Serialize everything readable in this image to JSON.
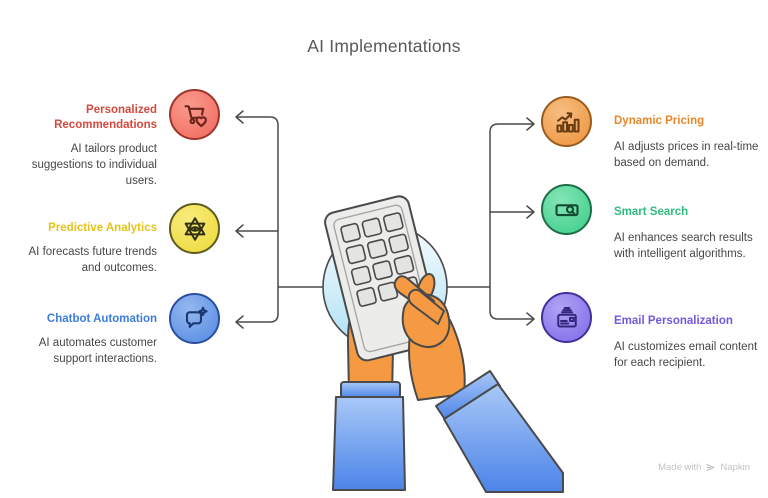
{
  "title": "AI Implementations",
  "items": {
    "left": [
      {
        "heading": "Personalized Recommendations",
        "description": "AI tailors product suggestions to individual users.",
        "accent": "#D7483E",
        "circle_fill": "#F4766A",
        "circle_fill_light": "#F89B8E",
        "circle_border": "#9E352B",
        "icon_color": "#6E241D",
        "icon": "shopping-cart-heart-icon"
      },
      {
        "heading": "Predictive Analytics",
        "description": "AI forecasts future trends and outcomes.",
        "accent": "#E5C417",
        "circle_fill": "#F0DE49",
        "circle_fill_light": "#F7EC7E",
        "circle_border": "#5E5A20",
        "icon_color": "#33300F",
        "icon": "hexagram-eye-icon"
      },
      {
        "heading": "Chatbot Automation",
        "description": "AI automates customer support interactions.",
        "accent": "#3E7CDB",
        "circle_fill": "#6496E6",
        "circle_fill_light": "#96B8F1",
        "circle_border": "#2A4F9E",
        "icon_color": "#1B3A74",
        "icon": "chat-bubble-sparkle-icon"
      }
    ],
    "right": [
      {
        "heading": "Dynamic Pricing",
        "description": "AI adjusts prices in real-time based on demand.",
        "accent": "#E8872A",
        "circle_fill": "#F09E4E",
        "circle_fill_light": "#F6BE82",
        "circle_border": "#9A5C1D",
        "icon_color": "#663C10",
        "icon": "bar-chart-trend-icon"
      },
      {
        "heading": "Smart Search",
        "description": "AI enhances search results with intelligent algorithms.",
        "accent": "#2FBC7F",
        "circle_fill": "#4ED494",
        "circle_fill_light": "#84E5B6",
        "circle_border": "#1D6E47",
        "icon_color": "#134A31",
        "icon": "search-bar-icon"
      },
      {
        "heading": "Email Personalization",
        "description": "AI customizes email content for each recipient.",
        "accent": "#7357DE",
        "circle_fill": "#8C78EC",
        "circle_fill_light": "#B1A3F4",
        "circle_border": "#41319A",
        "icon_color": "#34267C",
        "icon": "email-layers-icon"
      }
    ]
  },
  "illustration": "hands-holding-keypad-phone",
  "watermark": {
    "prefix": "Made with",
    "brand": "Napkin"
  },
  "colors": {
    "line": "#4A4A4A",
    "desc_text": "#474747",
    "title_text": "#585858",
    "skin": "#F59A42",
    "sleeve_top": "#A9C8F7",
    "sleeve_bottom": "#4C84E8"
  }
}
